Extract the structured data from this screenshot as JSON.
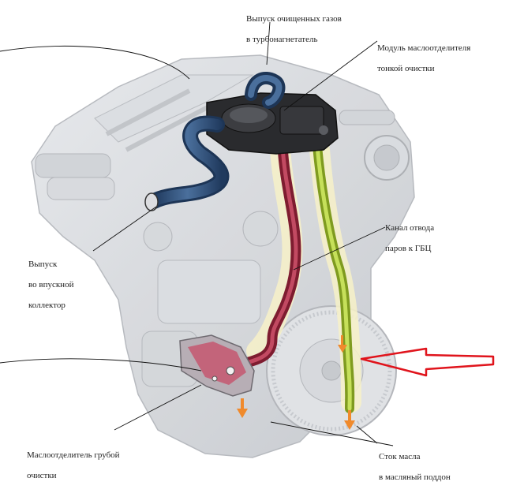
{
  "labels": {
    "exhaust_to_turbo": [
      "Выпуск очищенных газов",
      "в турбонагнетатель"
    ],
    "fine_separator": [
      "Модуль маслоотделителя",
      "тонкой очистки"
    ],
    "vapor_channel": [
      "Канал отвода",
      "паров к ГБЦ"
    ],
    "intake_outlet": [
      "Выпуск",
      "во впускной",
      "коллектор"
    ],
    "coarse_separator": [
      "Маслоотделитель грубой",
      "очистки"
    ],
    "oil_drain": [
      "Сток масла",
      "в масляный поддон"
    ]
  },
  "colors": {
    "blue_hose": "#2f4f7a",
    "red_channel": "#9c2a40",
    "green_channel": "#a8c83a",
    "orange_arrow": "#f08a2c",
    "red_outline_arrow": "#e0141c",
    "engine_gray": "#d4d6da",
    "leader_line": "#111111"
  },
  "icons": {
    "pointer": "red-outline-arrow-icon",
    "flow": "orange-flow-arrow-icon"
  }
}
